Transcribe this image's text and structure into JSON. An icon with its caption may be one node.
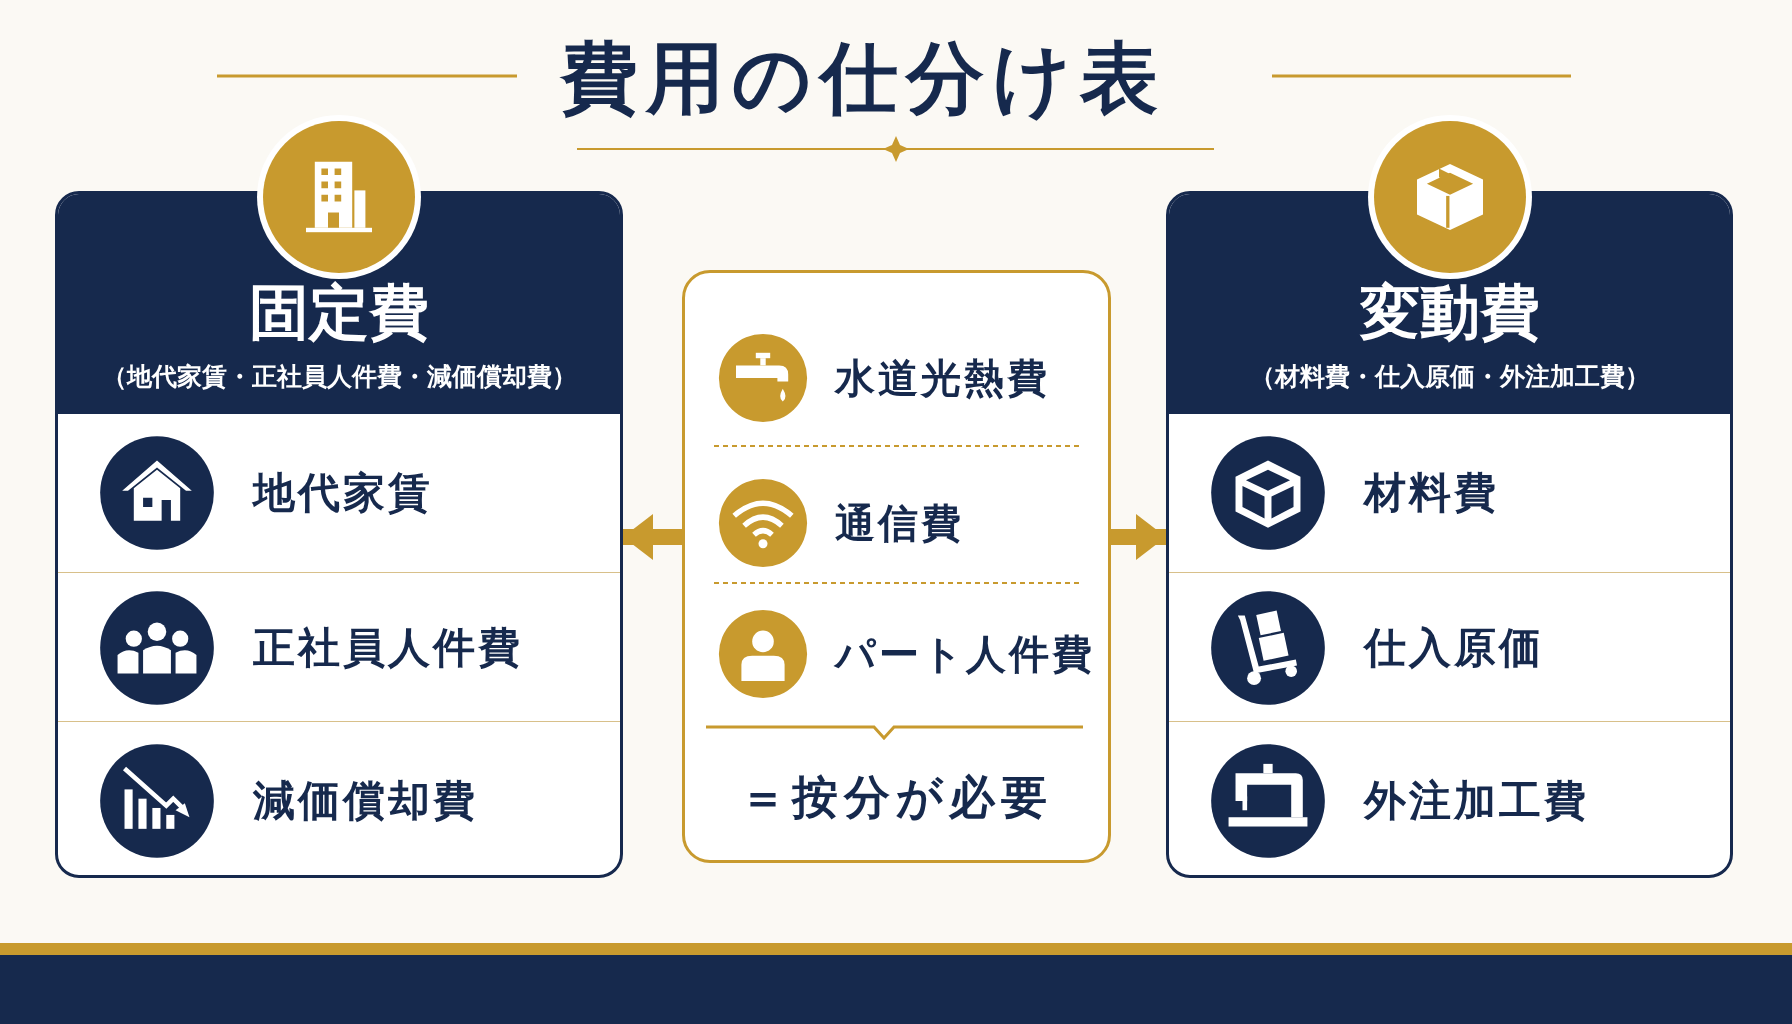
{
  "diagram": {
    "title": "費用の仕分け表",
    "nodes": [
      {
        "text": [
          "固定費",
          "（地代家賃・正社員人件費・減価償却費）"
        ]
      },
      {
        "text": [
          "地代家賃"
        ],
        "in": 0
      },
      {
        "text": [
          "正社員人件費"
        ],
        "in": 0
      },
      {
        "text": [
          "減価償却費"
        ],
        "in": 0
      },
      {
        "text": [
          "＝按分が必要"
        ]
      },
      {
        "text": [
          "水道光熱費"
        ],
        "in": 4
      },
      {
        "text": [
          "通信費"
        ],
        "in": 4
      },
      {
        "text": [
          "パート人件費"
        ],
        "in": 4
      },
      {
        "text": [
          "変動費",
          "（材料費・仕入原価・外注加工費）"
        ]
      },
      {
        "text": [
          "材料費"
        ],
        "in": 8
      },
      {
        "text": [
          "仕入原価"
        ],
        "in": 8
      },
      {
        "text": [
          "外注加工費"
        ],
        "in": 8
      }
    ],
    "edges": [
      {
        "from": 4,
        "to": 0,
        "arrow": "to"
      },
      {
        "from": 4,
        "to": 8,
        "arrow": "to"
      }
    ]
  }
}
